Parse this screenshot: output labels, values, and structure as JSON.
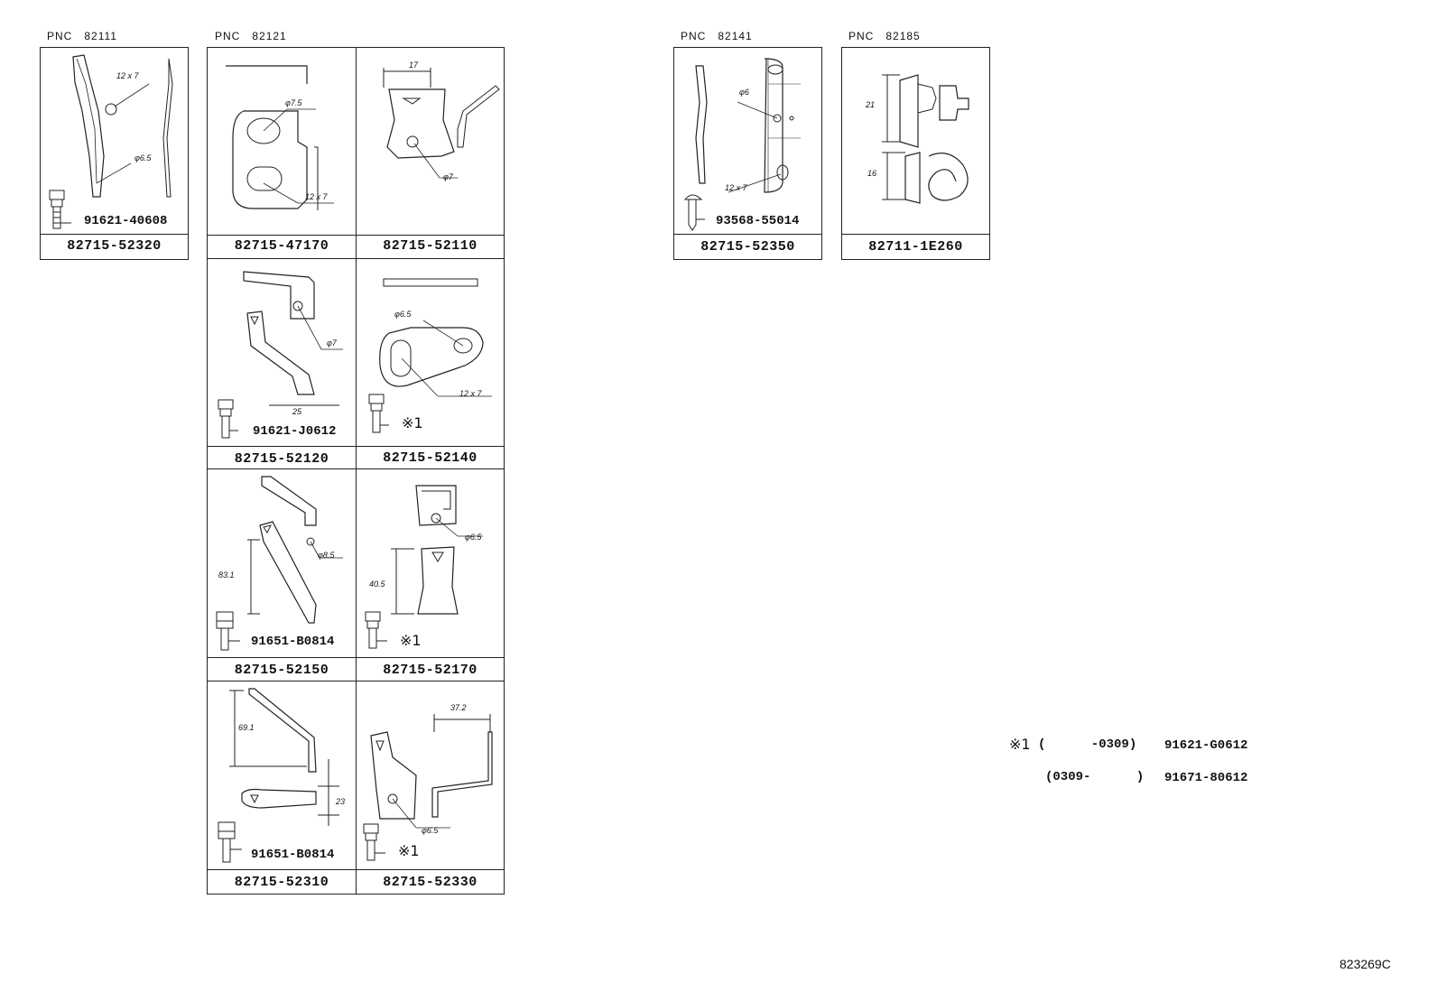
{
  "groups": [
    {
      "pnc_label": "PNC",
      "pnc": "82111"
    },
    {
      "pnc_label": "PNC",
      "pnc": "82121"
    },
    {
      "pnc_label": "PNC",
      "pnc": "82141"
    },
    {
      "pnc_label": "PNC",
      "pnc": "82185"
    }
  ],
  "parts": {
    "p52320": {
      "part_no": "82715-52320",
      "bolt": "91621-40608",
      "dims": [
        "12 x 7",
        "φ6.5"
      ]
    },
    "p47170": {
      "part_no": "82715-47170",
      "dims": [
        "φ7.5",
        "12 x 7"
      ]
    },
    "p52110": {
      "part_no": "82715-52110",
      "dims": [
        "17",
        "φ7"
      ]
    },
    "p52120": {
      "part_no": "82715-52120",
      "bolt": "91621-J0612",
      "dims": [
        "φ7",
        "25"
      ]
    },
    "p52140": {
      "part_no": "82715-52140",
      "bolt": "※1",
      "dims": [
        "φ6.5",
        "12 x 7"
      ]
    },
    "p52150": {
      "part_no": "82715-52150",
      "bolt": "91651-B0814",
      "dims": [
        "83.1",
        "φ8.5"
      ]
    },
    "p52170": {
      "part_no": "82715-52170",
      "bolt": "※1",
      "dims": [
        "φ6.5",
        "40.5"
      ]
    },
    "p52310": {
      "part_no": "82715-52310",
      "bolt": "91651-B0814",
      "dims": [
        "69.1",
        "23"
      ]
    },
    "p52330": {
      "part_no": "82715-52330",
      "bolt": "※1",
      "dims": [
        "37.2",
        "φ6.5"
      ]
    },
    "p52350": {
      "part_no": "82715-52350",
      "bolt": "93568-55014",
      "dims": [
        "φ6",
        "12 x 7"
      ]
    },
    "p1e260": {
      "part_no": "82711-1E260",
      "dims": [
        "21",
        "16"
      ]
    }
  },
  "footnote": {
    "symbol": "※1",
    "row1_range": "(      -0309)",
    "row1_part": "91621-G0612",
    "row2_range": "(0309-      )",
    "row2_part": "91671-80612"
  },
  "diagram_ref": "823269C"
}
